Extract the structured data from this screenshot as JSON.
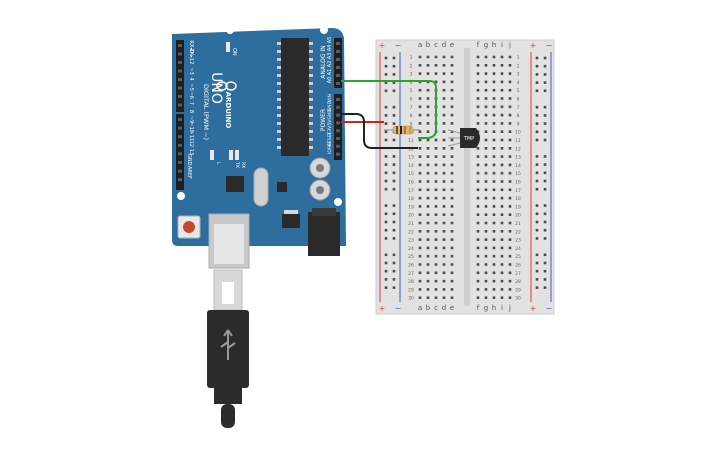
{
  "arduino": {
    "brand": "ARDUINO",
    "model": "UNO",
    "on_label": "ON",
    "tx_label": "TX",
    "rx_label": "RX",
    "l_label": "L",
    "digital_label": "DIGITAL (PWM ~)",
    "analog_label": "ANALOG IN",
    "power_label": "POWER",
    "aref_label": "AREF",
    "gnd_label": "GND",
    "digital_pins": [
      "13",
      "12",
      "~11",
      "~10",
      "~9",
      "8",
      "7",
      "~6",
      "~5",
      "4",
      "~3",
      "2",
      "TX▸1",
      "RX◂0"
    ],
    "analog_pins": [
      "A5",
      "A4",
      "A3",
      "A2",
      "A1",
      "A0"
    ],
    "power_pins": [
      "VIN",
      "GND",
      "GND",
      "5V",
      "3.3V",
      "RESET",
      "IOREF"
    ]
  },
  "breadboard": {
    "columns_left": [
      "a",
      "b",
      "c",
      "d",
      "e"
    ],
    "columns_right": [
      "f",
      "g",
      "h",
      "i",
      "j"
    ],
    "rows": [
      "1",
      "2",
      "3",
      "4",
      "5",
      "6",
      "7",
      "8",
      "9",
      "10",
      "11",
      "12",
      "13",
      "14",
      "15",
      "16",
      "17",
      "18",
      "19",
      "20",
      "21",
      "22",
      "23",
      "24",
      "25",
      "26",
      "27",
      "28",
      "29",
      "30"
    ],
    "plus": "+",
    "minus": "−"
  },
  "sensor": {
    "label": "TMP"
  },
  "colors": {
    "board": "#2d6e9e",
    "board_dark": "#1d5a86",
    "wire_green": "#2aa52a",
    "wire_red": "#d21f1f",
    "wire_black": "#222222",
    "rail_red": "#e03a3a",
    "rail_blue": "#3d5fd6",
    "breadboard": "#e2e2e2"
  }
}
